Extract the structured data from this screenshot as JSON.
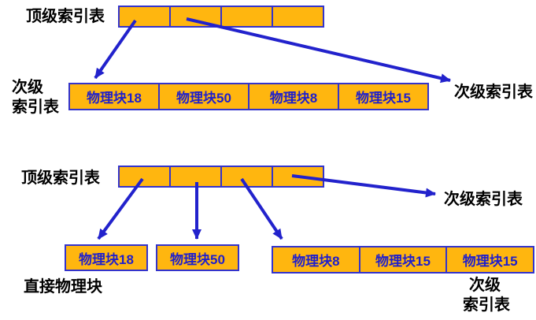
{
  "colors": {
    "cell_fill": "#FFB60F",
    "cell_border": "#3333CC",
    "block_text": "#1F1FCC",
    "arrow": "#2222CC",
    "label_text": "#000000",
    "background": "#FFFFFF"
  },
  "top_group": {
    "top_index_label": "顶级索引表",
    "left_label_line1": "次级",
    "left_label_line2": "索引表",
    "right_label": "次级索引表",
    "blocks": [
      "物理块18",
      "物理块50",
      "物理块8",
      "物理块15"
    ]
  },
  "bottom_group": {
    "top_index_label": "顶级索引表",
    "right_label": "次级索引表",
    "direct_blocks": [
      "物理块18",
      "物理块50"
    ],
    "secondary_blocks": [
      "物理块8",
      "物理块15",
      "物理块15"
    ],
    "direct_label": "直接物理块",
    "bottom_right_label_line1": "次级",
    "bottom_right_label_line2": "索引表"
  }
}
